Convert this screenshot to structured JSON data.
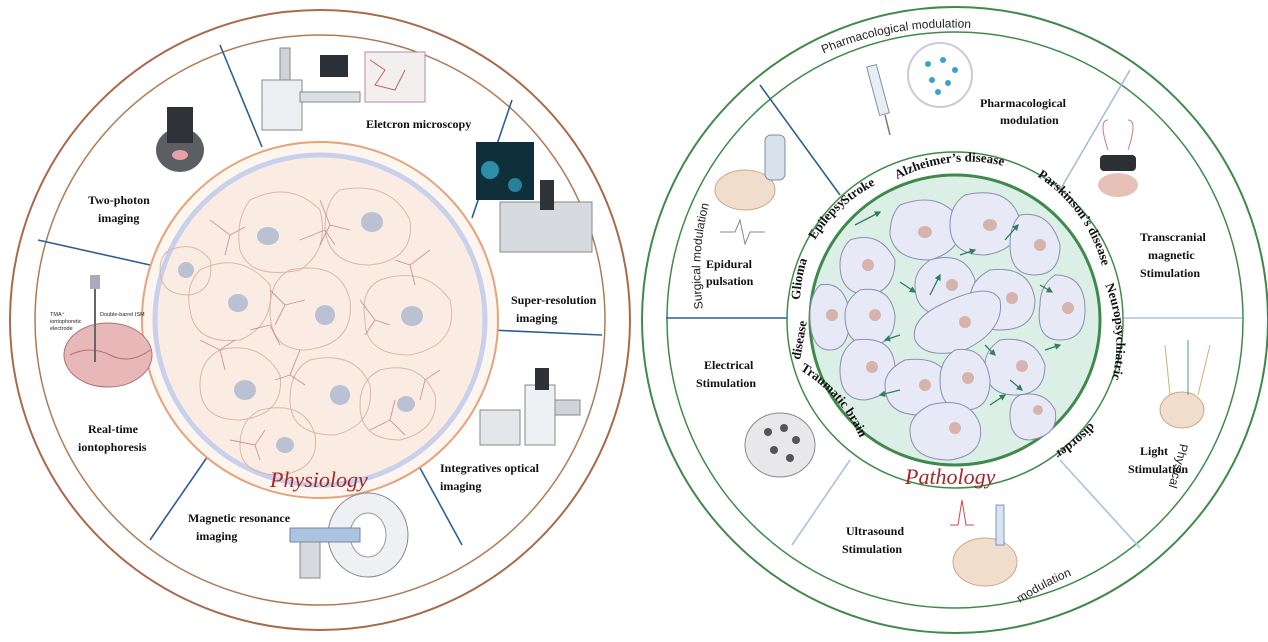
{
  "left": {
    "center_title": "Physiology",
    "sections": [
      {
        "label_lines": [
          "Eletcron microscopy"
        ]
      },
      {
        "label_lines": [
          "Super-resolution",
          "imaging"
        ]
      },
      {
        "label_lines": [
          "Integratives optical",
          "imaging"
        ]
      },
      {
        "label_lines": [
          "Magnetic resonance",
          "imaging"
        ]
      },
      {
        "label_lines": [
          "Real-time",
          "iontophoresis"
        ]
      },
      {
        "label_lines": [
          "Two-photon",
          "imaging"
        ]
      }
    ],
    "iontophoresis_annotations": {
      "tma_lines": [
        "TMA⁺",
        "iontophoretic",
        "electrode"
      ],
      "ism": "Double-barrel ISM"
    }
  },
  "right": {
    "center_title": "Pathology",
    "outer_ring": {
      "top": "Pharmacological modulation",
      "left": "Surgical modulation",
      "right": "Physical",
      "bottom": "modulation"
    },
    "sections": [
      {
        "label_lines": [
          "Pharmacological",
          "modulation"
        ]
      },
      {
        "label_lines": [
          "Transcranial",
          "magnetic",
          "Stimulation"
        ]
      },
      {
        "label_lines": [
          "Light",
          "Stimulation"
        ]
      },
      {
        "label_lines": [
          "Ultrasound",
          "Stimulation"
        ]
      },
      {
        "label_lines": [
          "Electrical",
          "Stimulation"
        ]
      },
      {
        "label_lines": [
          "Epidural",
          "pulsation"
        ]
      }
    ],
    "diseases": {
      "alzheimers": "Alzheimer’s disease",
      "stroke": "Stroke",
      "parkinsons": "Parskinson’s disease",
      "neuropsychiatric": "Neuropsychiatric",
      "disorder": "disorder",
      "traumatic": "Traumatic brain",
      "tbi_disease": "disease",
      "glioma": "Glioma",
      "epilepsy": "Epilepsy"
    }
  },
  "colors": {
    "left_outer_ring": "#a86a4a",
    "left_inner_ring": "#e8a27a",
    "right_ring": "#3f8a4a",
    "divider_blue": "#2d5f93",
    "title_red": "#a3262a",
    "pathology_fill": "#dcefe6"
  }
}
